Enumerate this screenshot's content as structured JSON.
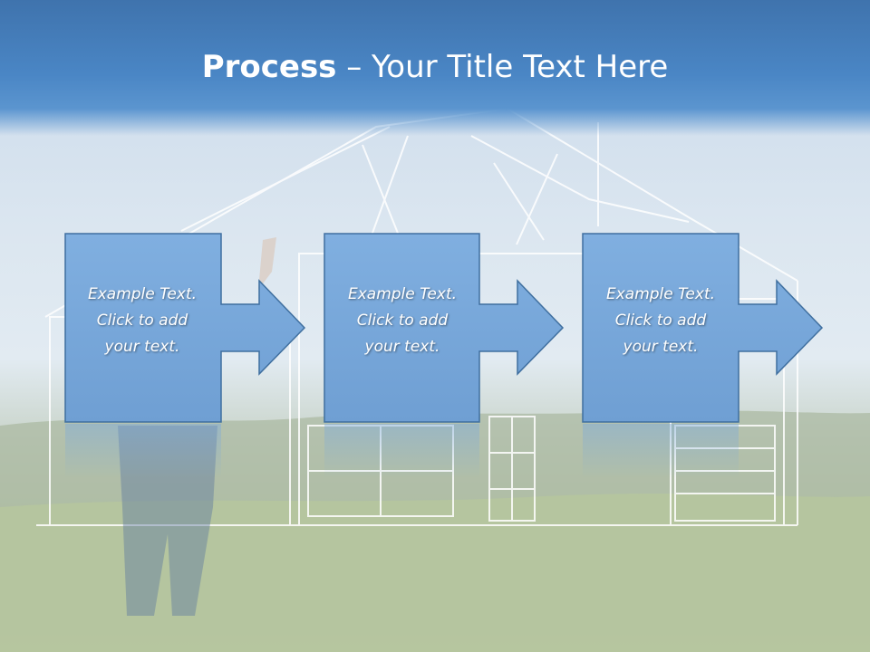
{
  "slide": {
    "title_bold": "Process",
    "title_rest": " – Your Title Text Here",
    "steps": [
      {
        "line1": "Example Text.",
        "line2": "Click  to add",
        "line3": "your text."
      },
      {
        "line1": "Example Text.",
        "line2": "Click  to add",
        "line3": "your text."
      },
      {
        "line1": "Example Text.",
        "line2": "Click  to add",
        "line3": "your text."
      }
    ]
  },
  "colors": {
    "title_bar": "#4a86c5",
    "arrow_fill": "#7aa9dc",
    "arrow_stroke": "#3f6f9f"
  }
}
